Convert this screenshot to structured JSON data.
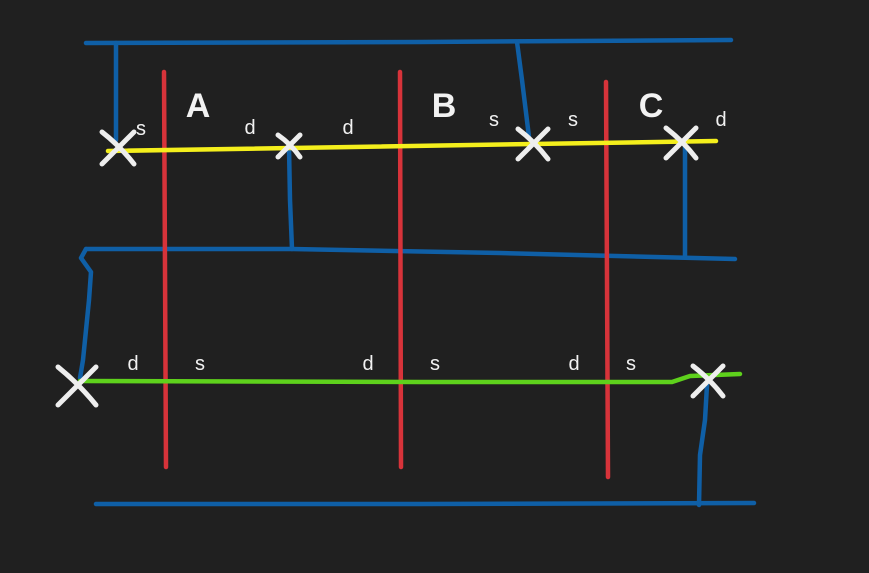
{
  "colors": {
    "background": "#202020",
    "blue_wire": "#0f5fa6",
    "red_gate": "#d7333a",
    "yellow_wire": "#f4ef1c",
    "green_wire": "#5ed11c",
    "cross_mark": "#eeeeee",
    "label_text": "#f2f2f2"
  },
  "gate_labels": [
    "A",
    "B",
    "C"
  ],
  "terminal_labels": {
    "yellow_row": [
      "s",
      "d",
      "d",
      "s",
      "s",
      "d"
    ],
    "green_row": [
      "d",
      "s",
      "d",
      "s",
      "d",
      "s"
    ]
  },
  "icons": [
    "cross-mark-icon"
  ]
}
